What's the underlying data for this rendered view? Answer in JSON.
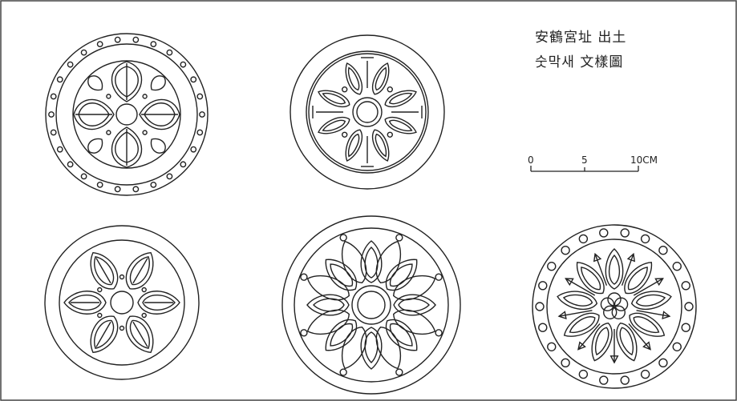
{
  "caption": {
    "line1": "安鶴宮址 出土",
    "line2": "숫막새 文樣圖"
  },
  "scale_bar": {
    "labels": [
      "0",
      "5",
      "10CM"
    ]
  },
  "tiles": [
    {
      "name": "tile-top-left",
      "motif": "four-petal-cross-with-dot-border"
    },
    {
      "name": "tile-top-middle",
      "motif": "eight-petal-with-bar-dividers"
    },
    {
      "name": "tile-bottom-left",
      "motif": "six-petal-lotus"
    },
    {
      "name": "tile-bottom-middle",
      "motif": "double-layer-eight-petal-lotus"
    },
    {
      "name": "tile-bottom-right",
      "motif": "nine-petal-lotus-with-arrows-and-dot-border"
    }
  ],
  "colors": {
    "ink": "#222222",
    "paper": "#ffffff",
    "frame": "#444444"
  }
}
